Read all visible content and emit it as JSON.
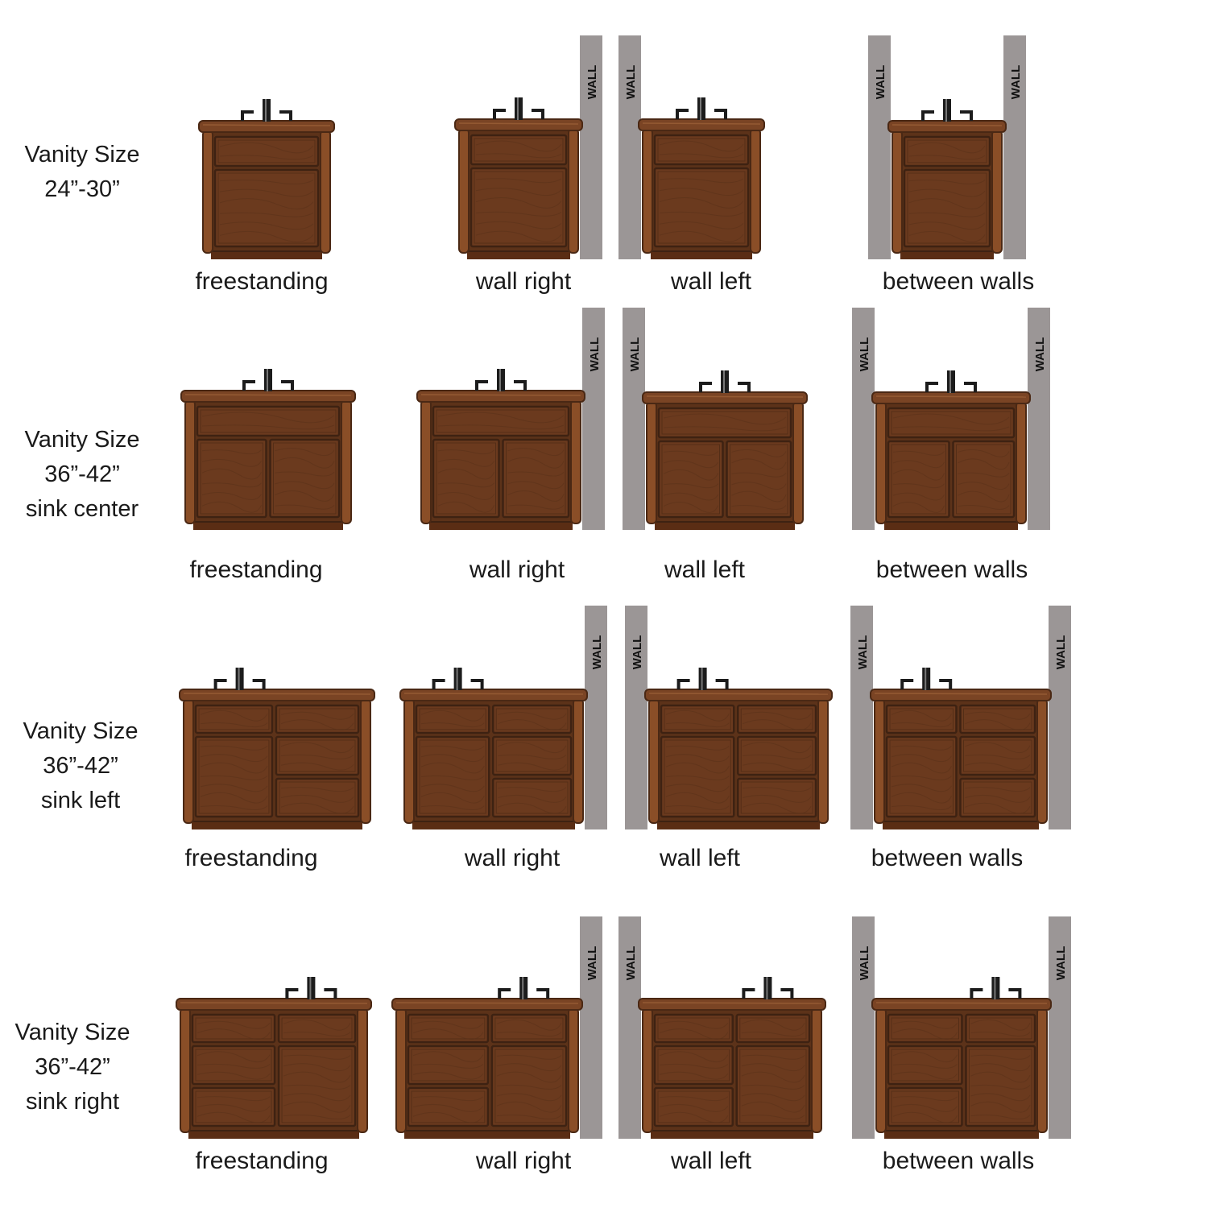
{
  "wall_text": "WALL",
  "rows": [
    {
      "label_lines": [
        "Vanity Size",
        "24”-30”"
      ],
      "layout": "single",
      "cells": [
        {
          "config": "freestanding",
          "label": "freestanding"
        },
        {
          "config": "wall-right",
          "label": "wall right"
        },
        {
          "config": "wall-left",
          "label": "wall left"
        },
        {
          "config": "between-walls",
          "label": "between walls"
        }
      ]
    },
    {
      "label_lines": [
        "Vanity Size",
        "36”-42”",
        "sink center"
      ],
      "layout": "double",
      "cells": [
        {
          "config": "freestanding",
          "label": "freestanding"
        },
        {
          "config": "wall-right",
          "label": "wall right"
        },
        {
          "config": "wall-left",
          "label": "wall left"
        },
        {
          "config": "between-walls",
          "label": "between walls"
        }
      ]
    },
    {
      "label_lines": [
        "Vanity Size",
        "36”-42”",
        "sink left"
      ],
      "layout": "sink-left",
      "cells": [
        {
          "config": "freestanding",
          "label": "freestanding"
        },
        {
          "config": "wall-right",
          "label": "wall right"
        },
        {
          "config": "wall-left",
          "label": "wall left"
        },
        {
          "config": "between-walls",
          "label": "between walls"
        }
      ]
    },
    {
      "label_lines": [
        "Vanity Size",
        "36”-42”",
        "sink right"
      ],
      "layout": "sink-right",
      "cells": [
        {
          "config": "freestanding",
          "label": "freestanding"
        },
        {
          "config": "wall-right",
          "label": "wall right"
        },
        {
          "config": "wall-left",
          "label": "wall left"
        },
        {
          "config": "between-walls",
          "label": "between walls"
        }
      ]
    }
  ],
  "colors": {
    "wood": "#6b3a1e",
    "wood_dark": "#3e2212",
    "log": "#8a4e27",
    "top": "#7a4424",
    "wall": "#9b9696",
    "faucet": "#1c1c1c"
  }
}
